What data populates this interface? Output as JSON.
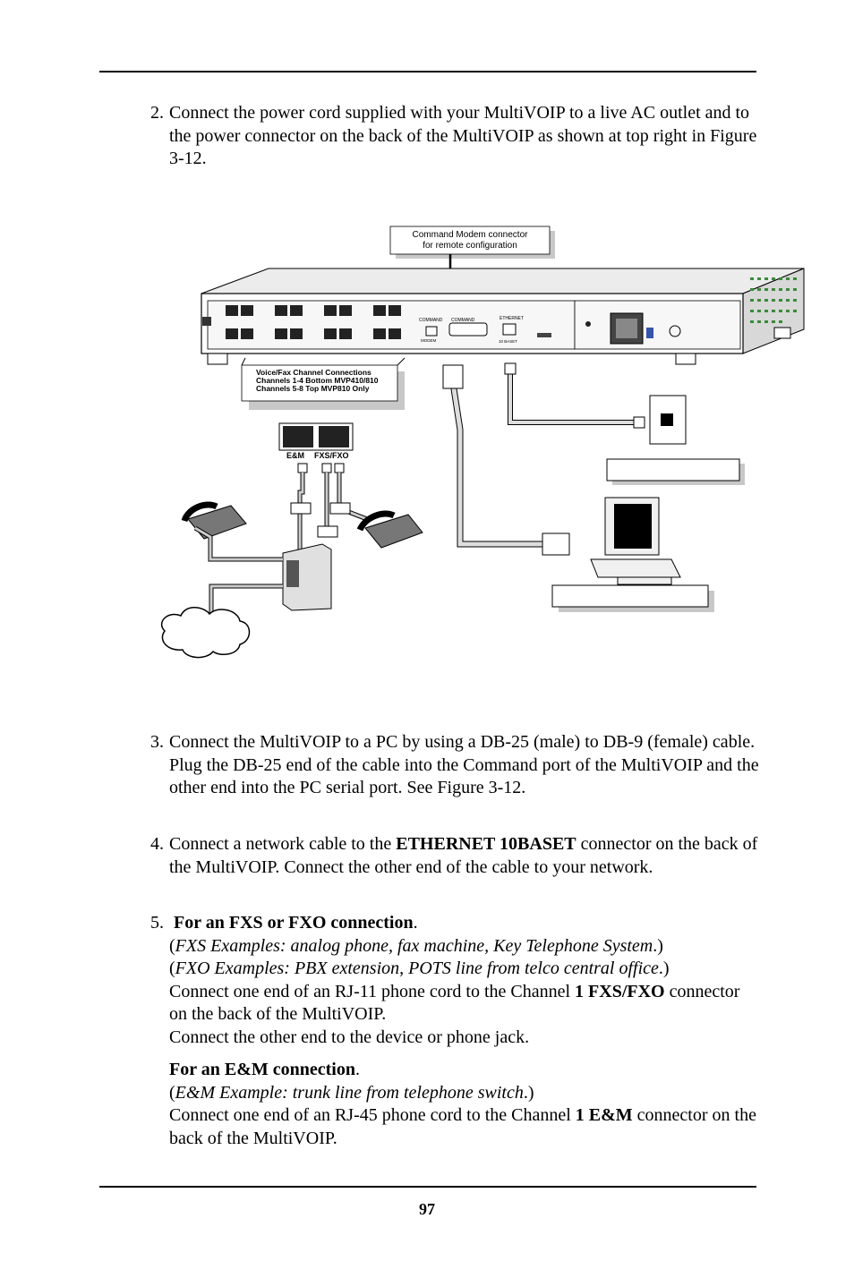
{
  "steps": [
    {
      "number": "2.",
      "text": "Connect the power cord supplied with your MultiVOIP to a live AC outlet and to the power connector on the back of the MultiVOIP as shown at top right in Figure 3-12."
    },
    {
      "number": "3.",
      "text": "Connect the MultiVOIP to a PC by using a DB-25 (male) to DB-9 (female) cable. Plug the DB-25 end of the cable into the Command port of the MultiVOIP and the other end into the PC serial port. See Figure 3-12."
    },
    {
      "number": "4.",
      "pre": "Connect a network cable to the ",
      "bold": "ETHERNET 10BASET",
      "post": " connector on the back of the MultiVOIP. Connect the other end of the cable to your network."
    }
  ],
  "step5": {
    "number": "5.",
    "fxs": {
      "heading": "For an FXS or FXO connection",
      "period": ".",
      "fxs_example": "FXS Examples:  analog phone, fax machine, Key Telephone System",
      "fxo_example": "FXO Examples:  PBX extension, POTS line from telco central office",
      "line1_pre": "Connect one end of an RJ-11 phone cord to the Channel ",
      "line1_bold": "1  FXS/FXO",
      "line1_post": " connector on the back of the MultiVOIP.",
      "line2": "Connect the other end to the device or phone jack."
    },
    "em": {
      "heading": "For an E&M connection",
      "period": ".",
      "example": "E&M Example:  trunk line from telephone switch",
      "line_pre": "Connect one end of an RJ-45 phone cord to the Channel ",
      "line_bold": "1 E&M",
      "line_post": " connector on the back of the MultiVOIP."
    }
  },
  "figure": {
    "callout_command": [
      "Command Modem connector",
      "for remote configuration"
    ],
    "callout_channels": [
      "Voice/Fax Channel Connections",
      "Channels 1-4 Bottom MVP410/810",
      "Channels 5-8 Top MVP810 Only"
    ],
    "port_labels": {
      "em": "E&M",
      "fxs": "FXS/FXO"
    },
    "panel_labels": {
      "command": "COMMAND",
      "command2": "COMMAND",
      "ethernet": "ETHERNET",
      "tenbase": "10 BASET",
      "modem": "MODEM"
    },
    "label_em": "E&M",
    "label_fxsfxo": "FXS/FXO",
    "label_fxsfxo_small": "FXS/FXO"
  },
  "page_number": "97"
}
